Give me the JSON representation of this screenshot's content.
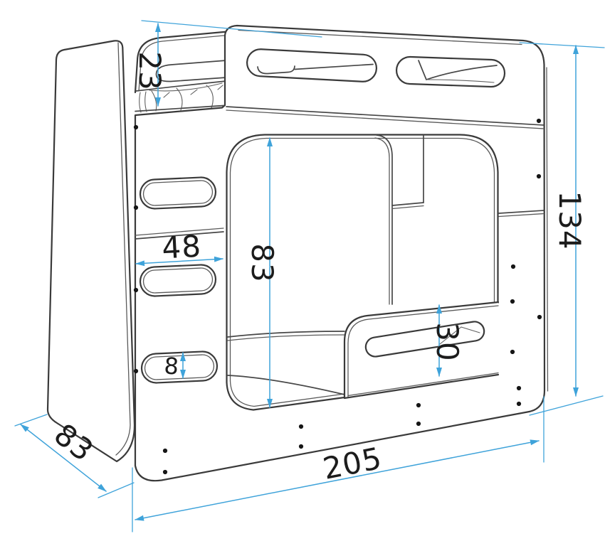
{
  "diagram": {
    "subject": "bunk-bed-dimension-drawing",
    "background": "#ffffff",
    "colors": {
      "outline": "#3a3a3a",
      "dimension_line": "#3fa3da",
      "label_text": "#1c1c1c"
    },
    "labels": {
      "upper_rail_height": "23",
      "ladder_width": "48",
      "rung_height": "8",
      "opening_height": "83",
      "lower_rail_height": "30",
      "overall_height": "134",
      "depth": "83",
      "overall_length": "205"
    }
  }
}
